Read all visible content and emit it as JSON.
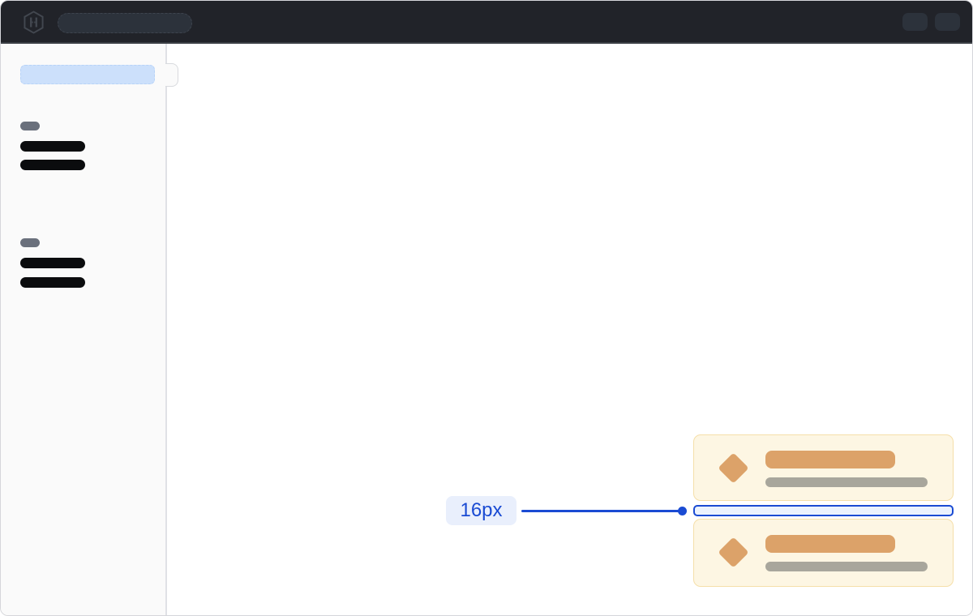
{
  "annotation": {
    "label": "16px"
  },
  "icons": {
    "logo": "hashicorp-logo-icon (hexagon H mark)",
    "card_icon": "diamond-icon (rotated rounded square)"
  },
  "topbar": {
    "skeletons": [
      "search-field",
      "action-pill",
      "action-pill"
    ]
  },
  "sidebar": {
    "selected_item_skeleton": 1,
    "groups": [
      {
        "section_label_skeleton": 1,
        "nav_item_skeletons": 2
      },
      {
        "section_label_skeleton": 1,
        "nav_item_skeletons": 2
      }
    ]
  },
  "cards": {
    "count": 2,
    "gap_highlighted": true
  },
  "colors": {
    "accent": "#1a4bd3",
    "annotation-bg": "#e9effc",
    "highlight-fill": "#ebf2fd",
    "window-border": "#d5d6da",
    "topbar-bg": "#212329",
    "topbar-skeleton": "#2c323b",
    "sidebar-bg": "#fafafa",
    "selected-pill": "#cce0fb",
    "section-pill": "#6a707c",
    "nav-bar": "#0b0c0e",
    "card-bg": "#fdf6e3",
    "card-border": "#f5dfa9",
    "card-accent": "#dca269",
    "card-muted": "#a8a69c"
  }
}
